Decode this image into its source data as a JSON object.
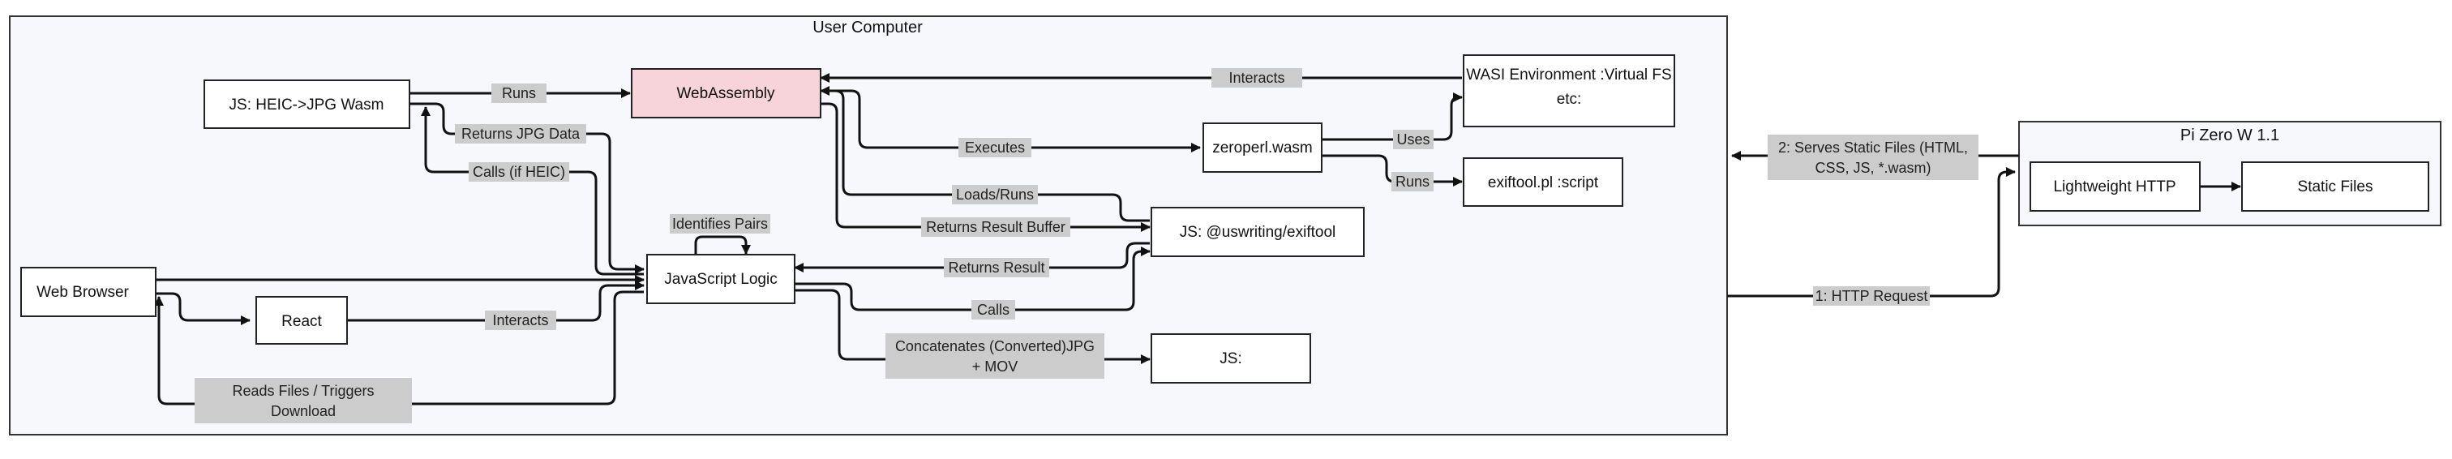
{
  "colors": {
    "cluster_fill": "#f7f8fb",
    "cluster_stroke": "#333333",
    "node_fill": "#ffffff",
    "node_stroke": "#222222",
    "highlight_fill": "#f7d3da",
    "label_bg": "#cccccc",
    "edge": "#111111"
  },
  "clusters": {
    "user_computer": "User Computer",
    "pi_zero": "Pi Zero W 1.1"
  },
  "nodes": {
    "web_browser": "Web Browser",
    "react": "React",
    "js_heic": "JS: HEIC->JPG Wasm",
    "webassembly": "WebAssembly",
    "js_logic": "JavaScript Logic",
    "wasi": [
      "WASI Environment :Virtual FS",
      "etc:"
    ],
    "zeroperl": "zeroperl.wasm",
    "exiftool_pl": "exiftool.pl :script",
    "js_exiftool": "JS: @uswriting/exiftool",
    "js_out": "JS:",
    "lightweight_http": "Lightweight HTTP",
    "static_files": "Static Files"
  },
  "edge_labels": {
    "runs": "Runs",
    "returns_jpg": "Returns JPG Data",
    "calls_heic": "Calls (if HEIC)",
    "interacts_wasi": "Interacts",
    "executes": "Executes",
    "uses": "Uses",
    "runs2": "Runs",
    "loads_runs": "Loads/Runs",
    "returns_buffer": "Returns Result Buffer",
    "identifies_pairs": "Identifies Pairs",
    "returns_result": "Returns Result",
    "calls": "Calls",
    "interacts_react": "Interacts",
    "concatenates": [
      "Concatenates (Converted)JPG",
      "+ MOV"
    ],
    "reads_files": [
      "Reads Files / Triggers",
      "Download"
    ],
    "serves_static": [
      "2: Serves Static Files (HTML,",
      "CSS, JS, *.wasm)"
    ],
    "http_request": "1: HTTP Request"
  }
}
